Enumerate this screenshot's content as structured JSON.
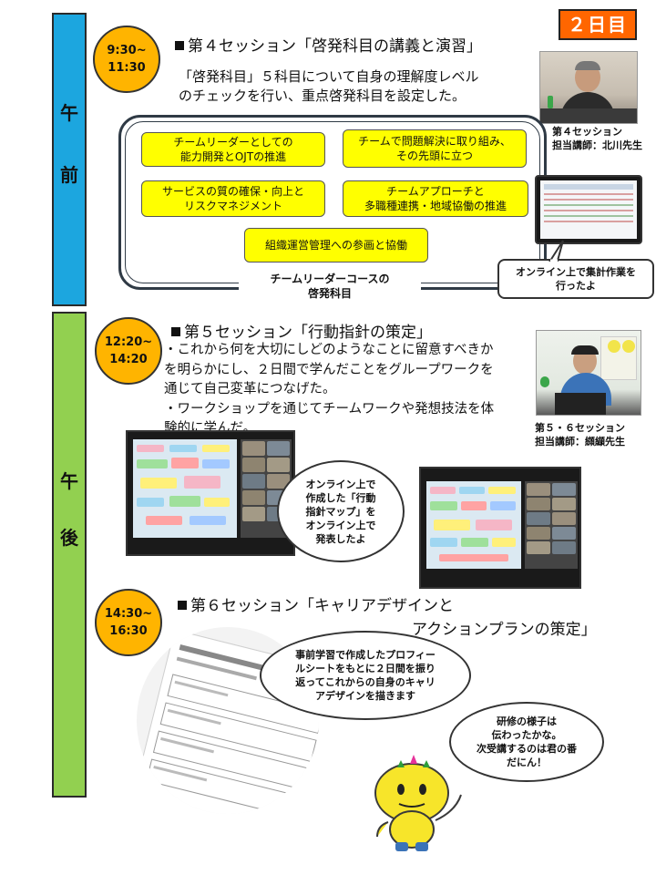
{
  "day_badge": "２日目",
  "am_bar": {
    "chars": [
      "午",
      "前"
    ]
  },
  "pm_bar": {
    "chars": [
      "午",
      "後"
    ]
  },
  "session4": {
    "time_start": "9:30~",
    "time_end": "11:30",
    "heading": "第４セッション「啓発科目の講義と演習」",
    "desc_line1": "「啓発科目」５科目について自身の理解度レベル",
    "desc_line2": "のチェックを行い、重点啓発科目を設定した。",
    "instructor_caption_line1": "第４セッション",
    "instructor_caption_line2": "担当講師：北川先生",
    "topics": [
      {
        "line1": "チームリーダーとしての",
        "line2": "能力開発とOJTの推進"
      },
      {
        "line1": "チームで問題解決に取り組み、",
        "line2": "その先頭に立つ"
      },
      {
        "line1": "サービスの質の確保・向上と",
        "line2": "リスクマネジメント"
      },
      {
        "line1": "チームアプローチと",
        "line2": "多職種連携・地域協働の推進"
      },
      {
        "line1": "組織運営管理への参画と協働",
        "line2": ""
      }
    ],
    "frame_label_line1": "チームリーダーコースの",
    "frame_label_line2": "啓発科目",
    "callout_line1": "オンライン上で集計作業を",
    "callout_line2": "行ったよ"
  },
  "session5": {
    "time_start": "12:20~",
    "time_end": "14:20",
    "heading": "第５セッション「行動指針の策定」",
    "desc_lines": [
      "・これから何を大切にしどのようなことに留意すべきか",
      "を明らかにし、２日間で学んだことをグループワークを",
      "通じて自己変革につなげた。",
      "・ワークショップを通じてチームワークや発想技法を体",
      "験的に学んだ。"
    ],
    "instructor_caption_line1": "第５・６セッション",
    "instructor_caption_line2": "担当講師：纐纈先生",
    "callout_lines": [
      "オンライン上で",
      "作成した「行動",
      "指針マップ」を",
      "オンライン上で",
      "発表したよ"
    ]
  },
  "session6": {
    "time_start": "14:30~",
    "time_end": "16:30",
    "heading_line1": "第６セッション「キャリアデザインと",
    "heading_line2": "アクションプランの策定」",
    "callout_lines": [
      "事前学習で作成したプロフィー",
      "ルシートをもとに２日間を振り",
      "返ってこれからの自身のキャリ",
      "アデザインを描きます"
    ],
    "mascot_callout_lines": [
      "研修の様子は",
      "伝わったかな。",
      "次受講するのは君の番",
      "だにん！"
    ]
  }
}
